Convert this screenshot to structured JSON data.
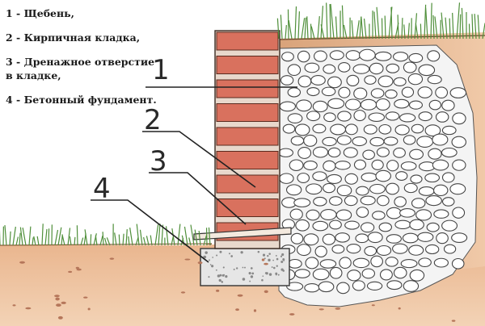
{
  "legend": [
    {
      "text": "1 - Щебень,"
    },
    {
      "text": "2 - Кирпичная кладка,"
    },
    {
      "text": "3 - Дренажное отверстие в кладке,"
    },
    {
      "text": "4 - Бетонный фундамент."
    }
  ],
  "callouts": [
    "1",
    "2",
    "3",
    "4"
  ],
  "colors": {
    "brick": "#d9715e",
    "mortar": "#e8d8cc",
    "soil": "#e6a87c",
    "concrete": "#e4e4e4",
    "grass": "#4f8f3a",
    "stone_outline": "#444444"
  }
}
